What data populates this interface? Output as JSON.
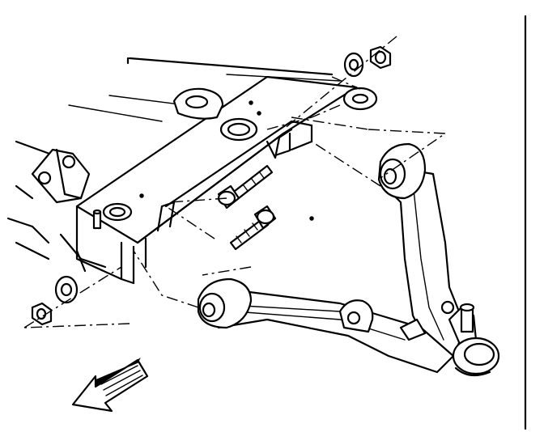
{
  "diagram": {
    "components": [
      "frame-crossmember",
      "lower-control-arm",
      "front-bushing",
      "rear-bushing",
      "ball-joint",
      "pivot-bolt",
      "washer",
      "nut",
      "direction-arrow"
    ],
    "colors": {
      "line": "#000000",
      "background": "#ffffff"
    }
  }
}
